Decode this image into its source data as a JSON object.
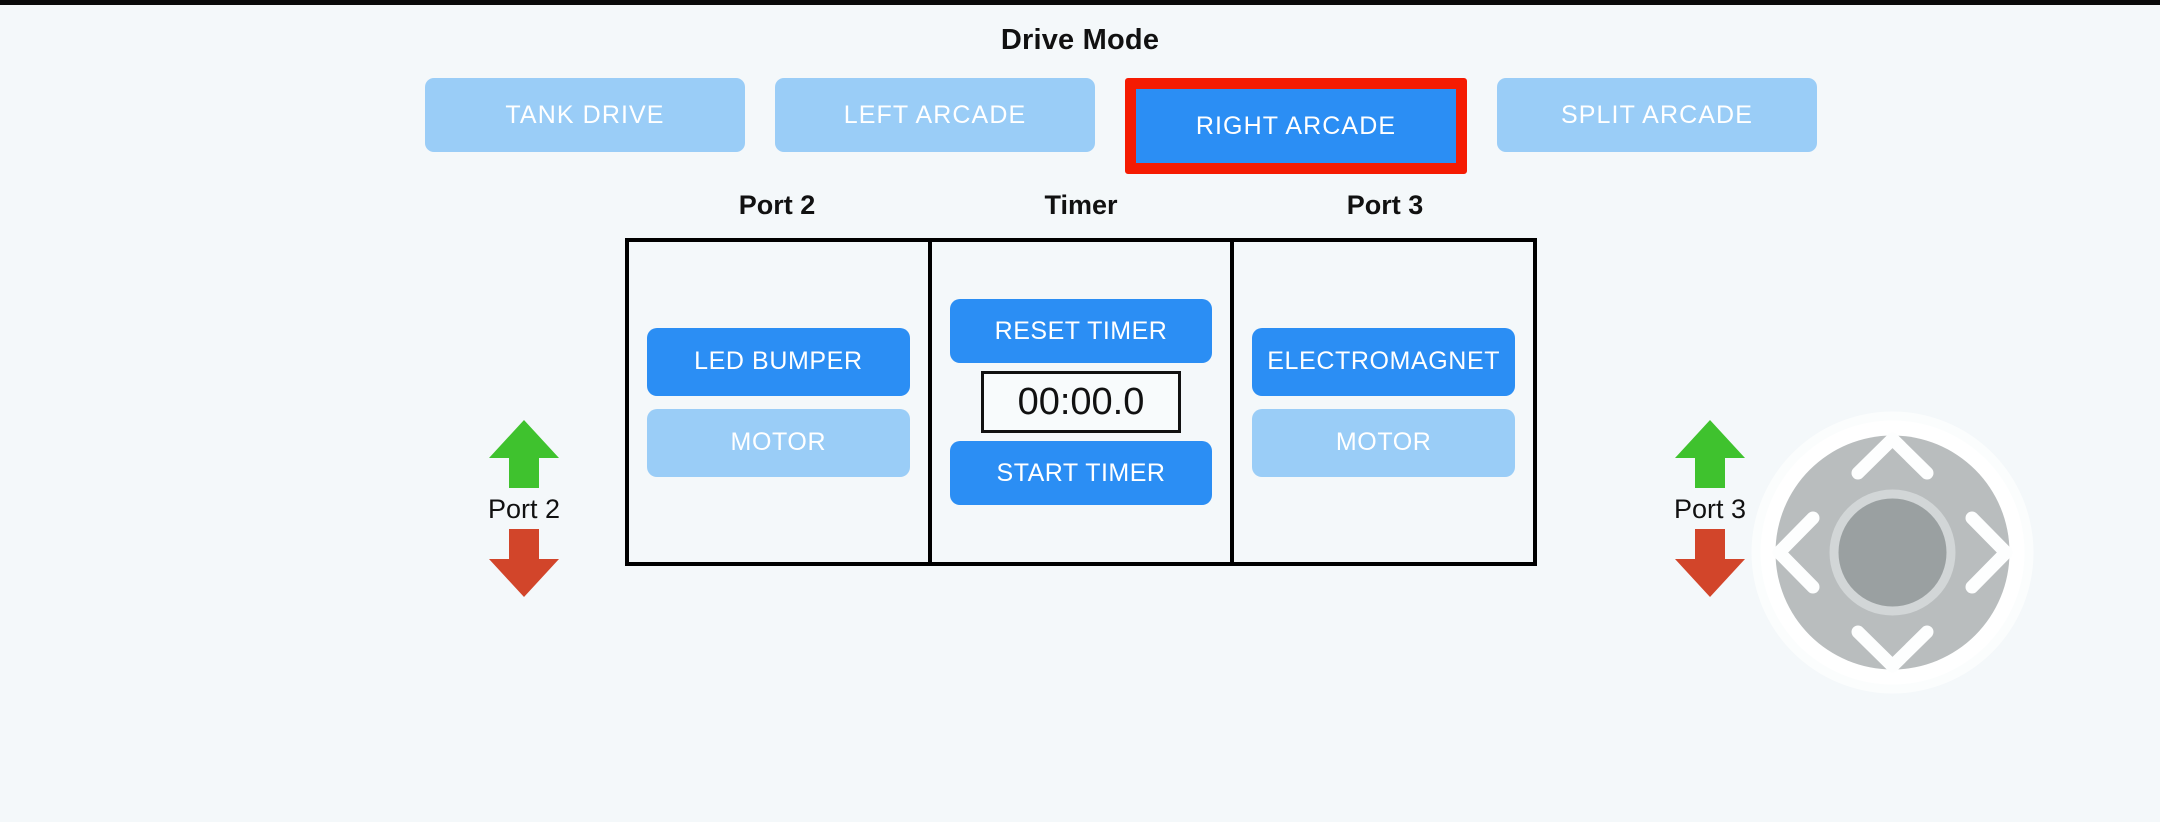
{
  "header": {
    "title": "Drive Mode"
  },
  "drive_modes": {
    "options": [
      {
        "label": "TANK DRIVE",
        "selected": false
      },
      {
        "label": "LEFT ARCADE",
        "selected": false
      },
      {
        "label": "RIGHT ARCADE",
        "selected": true
      },
      {
        "label": "SPLIT ARCADE",
        "selected": false
      }
    ],
    "selected_label": "RIGHT ARCADE"
  },
  "columns": {
    "titles": [
      "Port 2",
      "Timer",
      "Port 3"
    ]
  },
  "port2": {
    "title": "Port 2",
    "buttons": [
      {
        "label": "LED BUMPER",
        "state": "on"
      },
      {
        "label": "MOTOR",
        "state": "off"
      }
    ]
  },
  "timer": {
    "title": "Timer",
    "reset_label": "RESET TIMER",
    "display": "00:00.0",
    "start_label": "START TIMER"
  },
  "port3": {
    "title": "Port 3",
    "buttons": [
      {
        "label": "ELECTROMAGNET",
        "state": "on"
      },
      {
        "label": "MOTOR",
        "state": "off"
      }
    ]
  },
  "controls": {
    "left": {
      "label": "Port 2",
      "up_icon": "arrow-up-icon",
      "down_icon": "arrow-down-icon"
    },
    "right": {
      "label": "Port 3",
      "up_icon": "arrow-up-icon",
      "down_icon": "arrow-down-icon"
    }
  },
  "dpad": {
    "icon": "dpad-joystick",
    "directions": [
      "up",
      "right",
      "down",
      "left"
    ]
  },
  "colors": {
    "background": "#f4f8fa",
    "accent_active": "#2b8ef4",
    "accent_inactive": "#9acdf7",
    "selection_outline": "#f51b02",
    "arrow_up": "#3fc22e",
    "arrow_down": "#d2452a",
    "border": "#000000",
    "dpad_ring": "#b9bdbe",
    "dpad_knob": "#9aa0a1"
  }
}
